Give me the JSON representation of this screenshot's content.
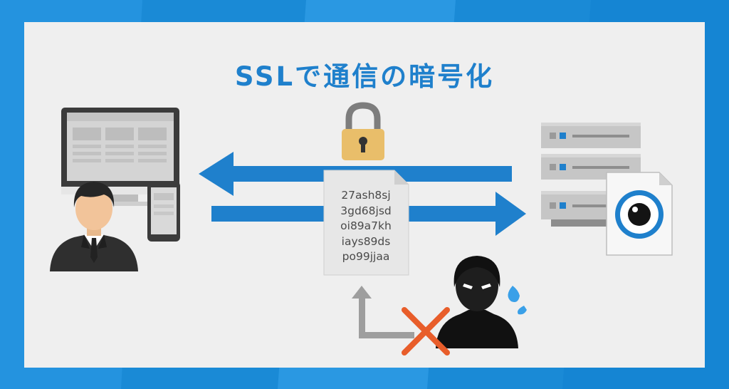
{
  "title": "SSLで通信の暗号化",
  "encrypted_text": [
    "27ash8sj",
    "3gd68jsd",
    "oi89a7kh",
    "iays89ds",
    "po99jjaa"
  ],
  "icons": {
    "lock": "padlock-icon",
    "client": "businessman-icon",
    "devices": [
      "desktop-monitor-icon",
      "smartphone-icon"
    ],
    "server": "server-rack-icon",
    "eye_doc": "eye-document-icon",
    "attacker": "hacker-icon",
    "blocked": "x-mark-icon"
  },
  "colors": {
    "background": "#1a8ad6",
    "panel": "#efefef",
    "accent_blue": "#1f80cc",
    "lock_gold": "#e9be6a",
    "x_mark": "#e85d2a",
    "gray_arrow": "#9e9e9e"
  }
}
